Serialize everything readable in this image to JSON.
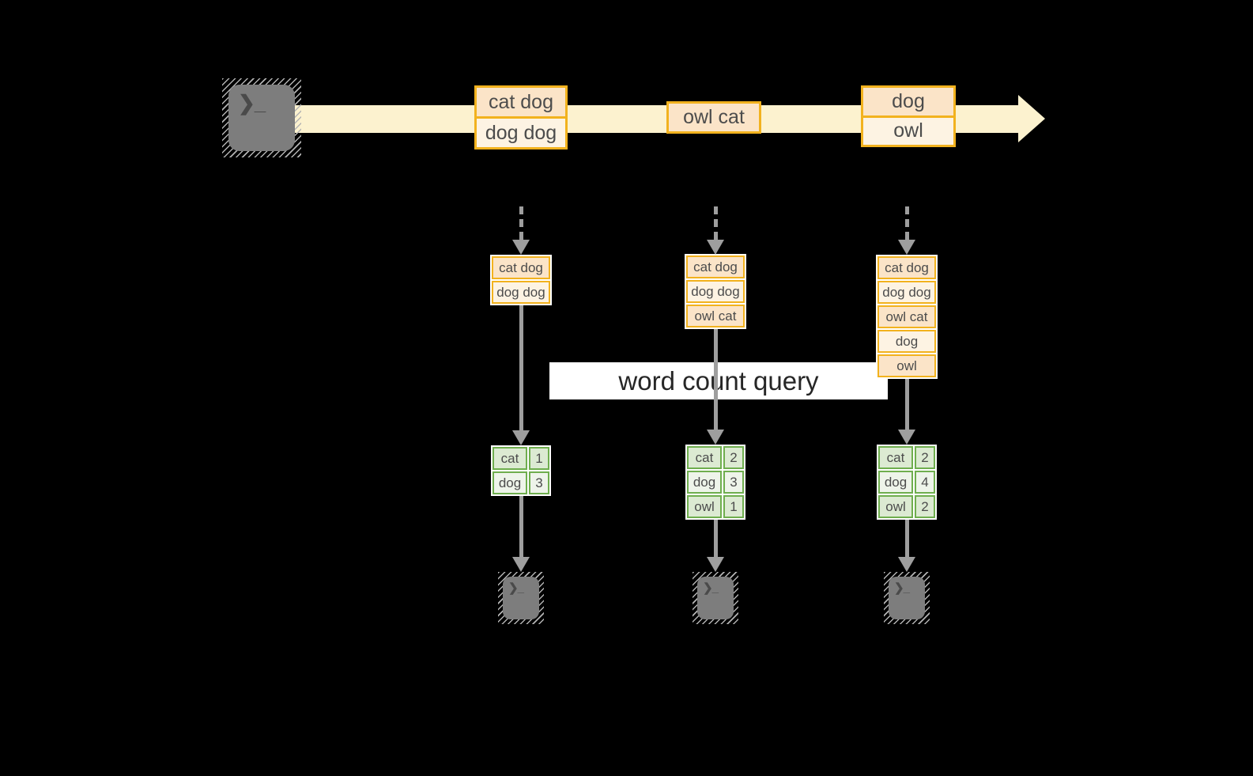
{
  "terminal": {
    "prompt_glyph": "❯_"
  },
  "stream": {
    "messages": [
      {
        "rows": [
          "cat dog",
          "dog dog"
        ]
      },
      {
        "rows": [
          "owl cat"
        ]
      },
      {
        "rows": [
          "dog",
          "owl"
        ]
      }
    ]
  },
  "query": {
    "label": "word count query"
  },
  "columns": [
    {
      "buffer": [
        "cat dog",
        "dog dog"
      ],
      "counts": [
        {
          "word": "cat",
          "count": 1
        },
        {
          "word": "dog",
          "count": 3
        }
      ]
    },
    {
      "buffer": [
        "cat dog",
        "dog dog",
        "owl cat"
      ],
      "counts": [
        {
          "word": "cat",
          "count": 2
        },
        {
          "word": "dog",
          "count": 3
        },
        {
          "word": "owl",
          "count": 1
        }
      ]
    },
    {
      "buffer": [
        "cat dog",
        "dog dog",
        "owl cat",
        "dog",
        "owl"
      ],
      "counts": [
        {
          "word": "cat",
          "count": 2
        },
        {
          "word": "dog",
          "count": 4
        },
        {
          "word": "owl",
          "count": 2
        }
      ]
    }
  ],
  "colors": {
    "background": "#000000",
    "stream_fill": "#fcf2cf",
    "box_border": "#f2b21e",
    "box_fill_dark": "#fbe4c8",
    "box_fill_light": "#fdf3e3",
    "table_border": "#6fae4e",
    "table_fill_dark": "#dcead2",
    "table_fill_light": "#eef4ea",
    "arrow": "#9e9e9e",
    "banner_bg": "#ffffff",
    "banner_text": "#262626",
    "label_text": "#4c4c4c",
    "terminal_fill": "#7d7d7d",
    "terminal_hatch": "#b3b3b3",
    "terminal_glyph_color": "#4a4a4a"
  }
}
